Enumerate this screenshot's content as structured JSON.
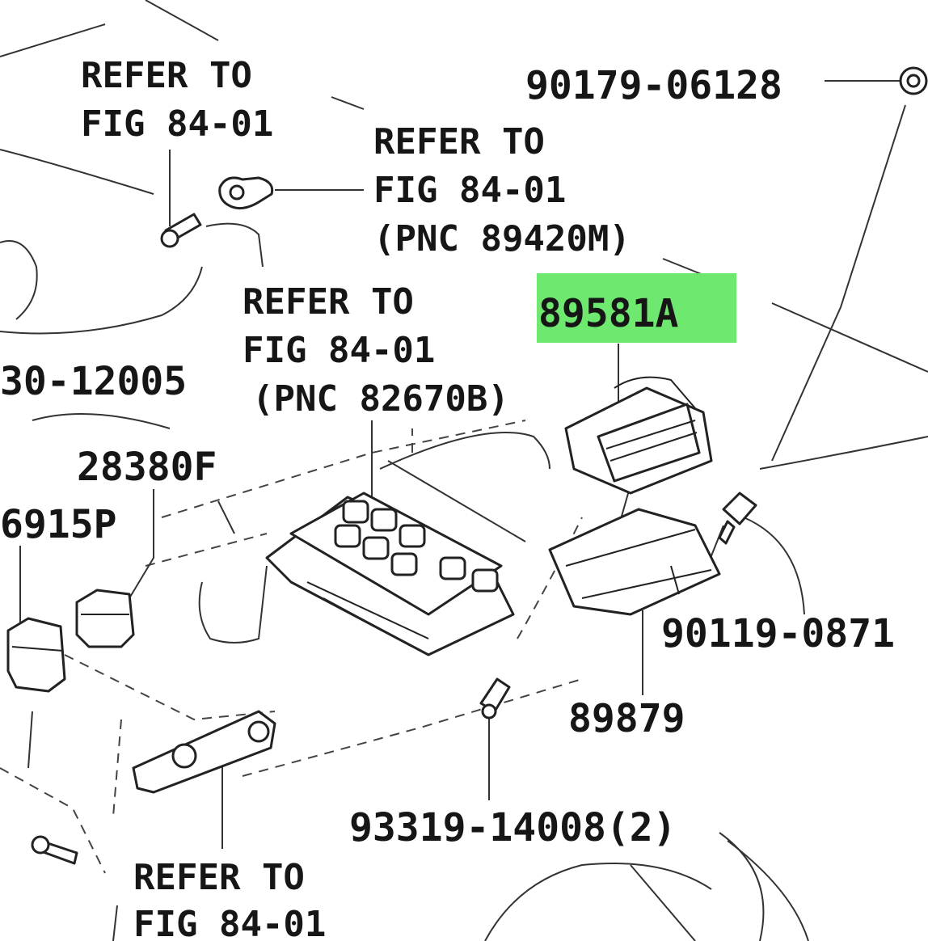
{
  "labels": {
    "refer_top_left_1": "REFER TO",
    "refer_top_left_2": "FIG 84-01",
    "refer_top_mid_1": "REFER TO",
    "refer_top_mid_2": "FIG 84-01",
    "refer_top_mid_3": "(PNC 89420M)",
    "refer_mid_1": "REFER TO",
    "refer_mid_2": "FIG 84-01",
    "refer_mid_3": "(PNC 82670B)",
    "refer_bottom_1": "REFER TO",
    "refer_bottom_2": "FIG 84-01",
    "part_90179": "90179-06128",
    "part_89581a": "89581A",
    "part_30_12005": "30-12005",
    "part_28380f": "28380F",
    "part_6915p": "6915P",
    "part_90119": "90119-0871",
    "part_89879": "89879",
    "part_93319": "93319-14008(2)"
  },
  "colors": {
    "highlight": "#6fe86f",
    "ink": "#161616"
  }
}
